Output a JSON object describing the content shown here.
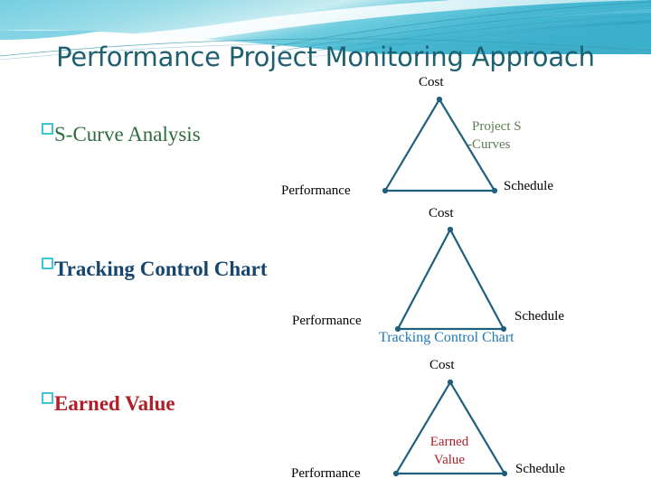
{
  "slide": {
    "title": "Performance Project Monitoring Approach",
    "title_color": "#1F6070",
    "background_color": "#FFFFFF"
  },
  "decoration": {
    "name": "header-swoosh-band",
    "colors": {
      "cyan_light": "#A9E0EA",
      "cyan": "#6ECEDE",
      "teal": "#3FA9BE",
      "teal_dark": "#1F7E96",
      "white": "#FFFFFF"
    }
  },
  "bullets": [
    {
      "marker": "hollow-square",
      "marker_color": "#3FC6D4",
      "label": "S-Curve Analysis",
      "color": "#2E6B3E"
    },
    {
      "marker": "hollow-square",
      "marker_color": "#3FC6D4",
      "label": "Tracking Control Chart",
      "color": "#17456E"
    },
    {
      "marker": "hollow-square",
      "marker_color": "#3FC6D4",
      "label": "Earned Value",
      "color": "#B01F28"
    }
  ],
  "triangles": [
    {
      "id": "triangle-s-curve",
      "line_color": "#1F5F7E",
      "vertex_labels": {
        "top": "Cost",
        "left": "Performance",
        "right": "Schedule"
      },
      "annotation": {
        "line1": "Project  S",
        "line2": "-Curves",
        "color": "#5F7A52",
        "position": "right-of-triangle"
      }
    },
    {
      "id": "triangle-tracking-control-chart",
      "line_color": "#1F5F7E",
      "vertex_labels": {
        "top": "Cost",
        "left": "Performance",
        "right": "Schedule"
      },
      "annotation": {
        "line1": "Tracking Control Chart",
        "line2": "",
        "color": "#1F78B4",
        "position": "below-base"
      }
    },
    {
      "id": "triangle-earned-value",
      "line_color": "#1F5F7E",
      "vertex_labels": {
        "top": "Cost",
        "left": "Performance",
        "right": "Schedule"
      },
      "annotation": {
        "line1": "Earned",
        "line2": "Value",
        "color": "#B01F28",
        "position": "inside-triangle"
      }
    }
  ]
}
